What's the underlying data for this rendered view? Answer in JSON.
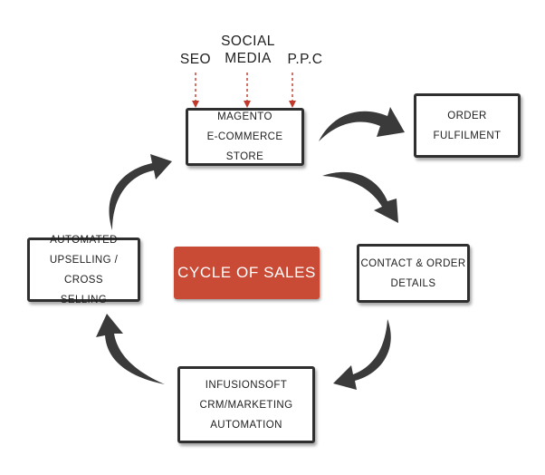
{
  "traffic_sources": [
    {
      "lines": [
        "SEO"
      ]
    },
    {
      "lines": [
        "SOCIAL",
        "MEDIA"
      ]
    },
    {
      "lines": [
        "P.P.C"
      ]
    }
  ],
  "nodes": {
    "store": {
      "lines": [
        "MAGENTO",
        "E-COMMERCE STORE"
      ]
    },
    "fulfilment": {
      "lines": [
        "ORDER",
        "FULFILMENT"
      ]
    },
    "contact": {
      "lines": [
        "CONTACT & ORDER",
        "DETAILS"
      ]
    },
    "infusionsoft": {
      "lines": [
        "INFUSIONSOFT",
        "CRM/MARKETING",
        "AUTOMATION"
      ]
    },
    "upsell": {
      "lines": [
        "AUTOMATED",
        "UPSELLING / CROSS",
        "SELLING"
      ]
    }
  },
  "center_label": "CYCLE OF SALES",
  "colors": {
    "accent": "#c94a35",
    "arrow": "#3a3a3a",
    "dashed_arrow": "#c0392b",
    "box_border": "#2f2f2f"
  }
}
